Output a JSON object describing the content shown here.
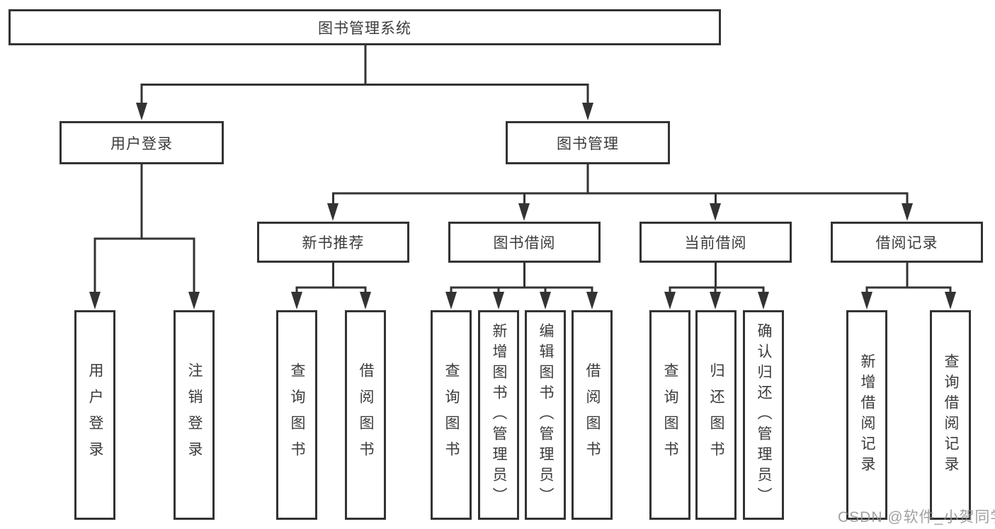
{
  "nodes": {
    "root": "图书管理系统",
    "user_login": "用户登录",
    "book_mgmt": "图书管理",
    "new_books": "新书推荐",
    "book_borrow": "图书借阅",
    "current_borrow": "当前借阅",
    "borrow_records": "借阅记录"
  },
  "leaves": {
    "user_login": [
      "用户登录",
      "注销登录"
    ],
    "new_books": [
      "查询图书",
      "借阅图书"
    ],
    "book_borrow": [
      "查询图书",
      "新增图书（管理员）",
      "编辑图书（管理员）",
      "借阅图书"
    ],
    "current_borrow": [
      "查询图书",
      "归还图书",
      "确认归还（管理员）"
    ],
    "borrow_records": [
      "新增借阅记录",
      "查询借阅记录"
    ]
  },
  "watermark": "CSDN @软件_小贺同学",
  "colors": {
    "line": "#333333",
    "text": "#3b3b3b",
    "background": "#ffffff",
    "watermark": "#919191"
  }
}
